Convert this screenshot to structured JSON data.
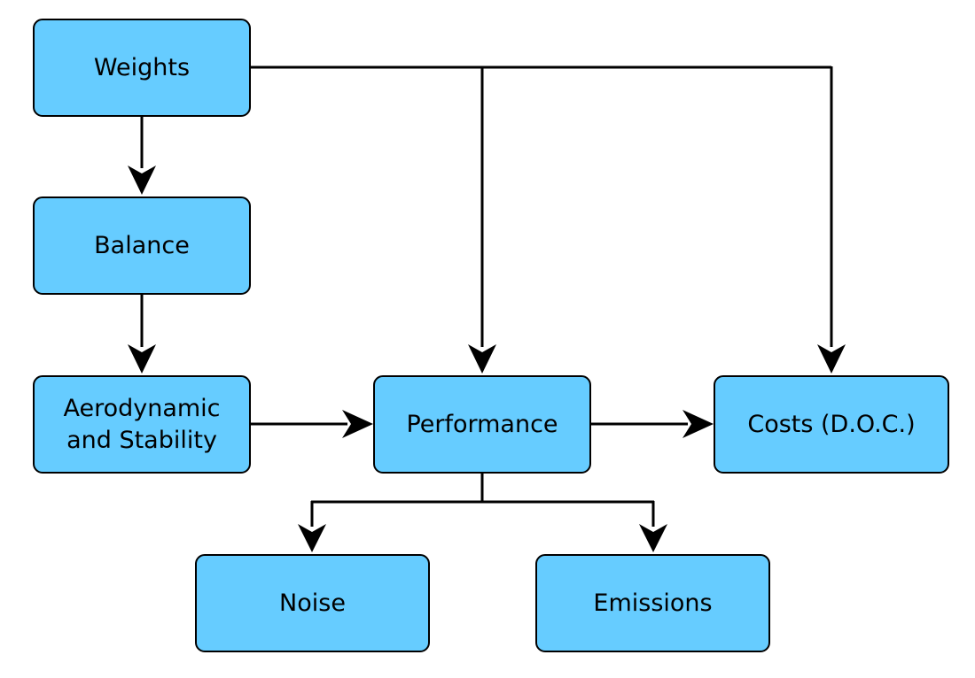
{
  "diagram": {
    "nodes": {
      "weights": "Weights",
      "balance": "Balance",
      "aero_line1": "Aerodynamic",
      "aero_line2": "and Stability",
      "performance": "Performance",
      "costs": "Costs (D.O.C.)",
      "noise": "Noise",
      "emissions": "Emissions"
    },
    "edges": [
      {
        "from": "Weights",
        "to": "Balance"
      },
      {
        "from": "Balance",
        "to": "Aerodynamic and Stability"
      },
      {
        "from": "Weights",
        "to": "Performance"
      },
      {
        "from": "Weights",
        "to": "Costs (D.O.C.)"
      },
      {
        "from": "Aerodynamic and Stability",
        "to": "Performance"
      },
      {
        "from": "Performance",
        "to": "Costs (D.O.C.)"
      },
      {
        "from": "Performance",
        "to": "Noise"
      },
      {
        "from": "Performance",
        "to": "Emissions"
      }
    ],
    "colors": {
      "node_fill": "#66ccff",
      "node_border": "#000000",
      "edge": "#000000",
      "text": "#000000"
    }
  }
}
